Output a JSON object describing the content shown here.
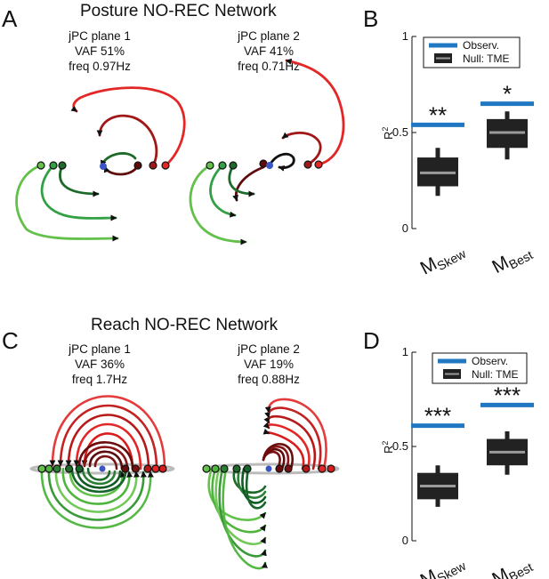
{
  "panel_labels": {
    "A": "A",
    "B": "B",
    "C": "C",
    "D": "D"
  },
  "posture_title": "Posture NO-REC Network",
  "reach_title": "Reach NO-REC Network",
  "posture_planes": [
    {
      "name": "jPC plane 1",
      "vaf": "VAF 51%",
      "freq": "freq 0.97Hz"
    },
    {
      "name": "jPC plane 2",
      "vaf": "VAF 41%",
      "freq": "freq 0.71Hz"
    }
  ],
  "reach_planes": [
    {
      "name": "jPC plane 1",
      "vaf": "VAF 36%",
      "freq": "freq 1.7Hz"
    },
    {
      "name": "jPC plane 2",
      "vaf": "VAF 19%",
      "freq": "freq 0.88Hz"
    }
  ],
  "colors": {
    "observed": "#1f78c1",
    "box_fill": "#222222",
    "median": "#9a9a9a",
    "red": "#e32626",
    "dark_red": "#7a1010",
    "green": "#63c04a",
    "dark_green": "#1e6a2a",
    "baseline_ring": "#bbbbbb",
    "center_marker": "#3b55c4"
  },
  "chart_data": [
    {
      "panel": "B",
      "type": "box",
      "ylabel": "R",
      "ylabel_sup": "2",
      "ylim": [
        0,
        1
      ],
      "yticks": [
        "0",
        "0.5",
        "1"
      ],
      "legend": {
        "observed": "Observ.",
        "null": "Null: TME",
        "placement": "top"
      },
      "categories": [
        {
          "main": "M",
          "sub": "Skew"
        },
        {
          "main": "M",
          "sub": "Best"
        }
      ],
      "observed": [
        0.54,
        0.65
      ],
      "significance": [
        "**",
        "*"
      ],
      "null_boxes": [
        {
          "whisker_low": 0.17,
          "q1": 0.22,
          "median": 0.29,
          "q3": 0.37,
          "whisker_high": 0.42
        },
        {
          "whisker_low": 0.36,
          "q1": 0.42,
          "median": 0.5,
          "q3": 0.57,
          "whisker_high": 0.61
        }
      ]
    },
    {
      "panel": "D",
      "type": "box",
      "ylabel": "R",
      "ylabel_sup": "2",
      "ylim": [
        0,
        1
      ],
      "yticks": [
        "0",
        "0.5",
        "1"
      ],
      "legend": {
        "observed": "Observ.",
        "null": "Null: TME",
        "placement": "top"
      },
      "categories": [
        {
          "main": "M",
          "sub": "Skew"
        },
        {
          "main": "M",
          "sub": "Best"
        }
      ],
      "observed": [
        0.61,
        0.72
      ],
      "significance": [
        "***",
        "***"
      ],
      "null_boxes": [
        {
          "whisker_low": 0.18,
          "q1": 0.22,
          "median": 0.29,
          "q3": 0.36,
          "whisker_high": 0.4
        },
        {
          "whisker_low": 0.35,
          "q1": 0.4,
          "median": 0.47,
          "q3": 0.54,
          "whisker_high": 0.58
        }
      ]
    }
  ]
}
